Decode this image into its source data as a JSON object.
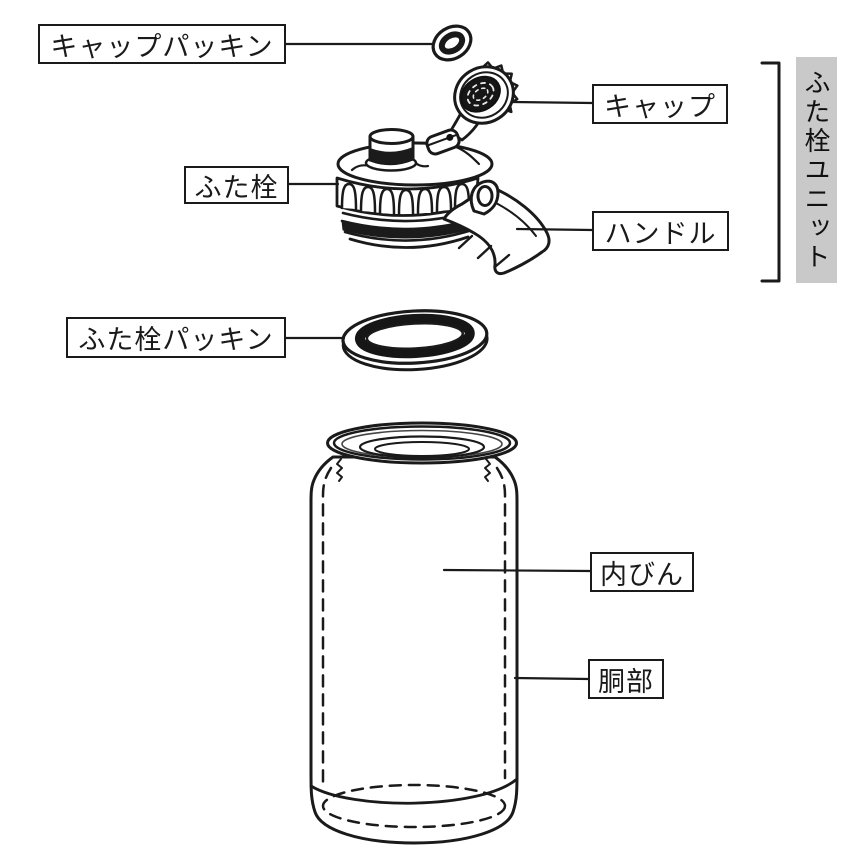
{
  "labels": {
    "cap_packing": "キャップパッキン",
    "cap": "キャップ",
    "lid_stopper": "ふた栓",
    "handle": "ハンドル",
    "lid_packing": "ふた栓パッキン",
    "inner_bottle": "内びん",
    "body": "胴部",
    "lid_unit": "ふた栓ユニット"
  },
  "colors": {
    "line": "#1a1a1a",
    "dark_fill": "#1b1b1b",
    "unit_label_bg": "#c9c9c9",
    "paper": "#ffffff"
  }
}
